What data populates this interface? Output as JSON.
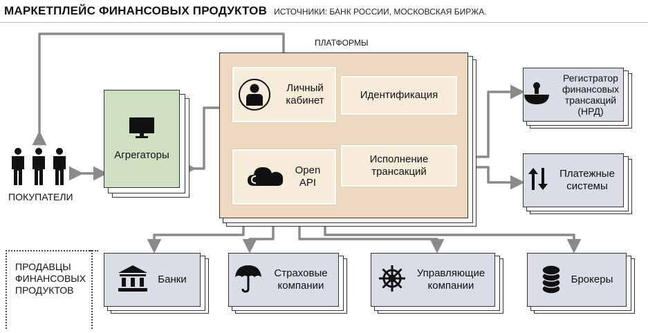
{
  "header": {
    "title": "МАРКЕТПЛЕЙС ФИНАНСОВЫХ ПРОДУКТОВ",
    "sources": "ИСТОЧНИКИ: БАНК РОССИИ, МОСКОВСКАЯ БИРЖА."
  },
  "platform": {
    "label": "ПЛАТФОРМЫ",
    "personal_cabinet": "Личный кабинет",
    "identification": "Идентификация",
    "open_api": "Open API",
    "execution": "Исполнение трансакций"
  },
  "aggregators": {
    "label": "Агрегаторы"
  },
  "buyers": {
    "label": "ПОКУПАТЕЛИ"
  },
  "registrar": {
    "label": "Регистратор финансовых трансакций (НРД)"
  },
  "payments": {
    "label": "Платежные системы"
  },
  "sellers": {
    "label": "ПРОДАВЦЫ ФИНАНСОВЫХ ПРОДУКТОВ",
    "items": [
      {
        "label": "Банки",
        "icon": "bank-icon"
      },
      {
        "label": "Страховые компании",
        "icon": "umbrella-icon"
      },
      {
        "label": "Управляющие компании",
        "icon": "ship-wheel-icon"
      },
      {
        "label": "Брокеры",
        "icon": "coins-stack-icon"
      }
    ]
  },
  "colors": {
    "platform_bg": "#ecd9bf",
    "inner_bg": "#f7ebd9",
    "aggregator_bg": "#cfe0c2",
    "entity_bg": "#d8dde6",
    "arrow": "#8a8a8a"
  }
}
